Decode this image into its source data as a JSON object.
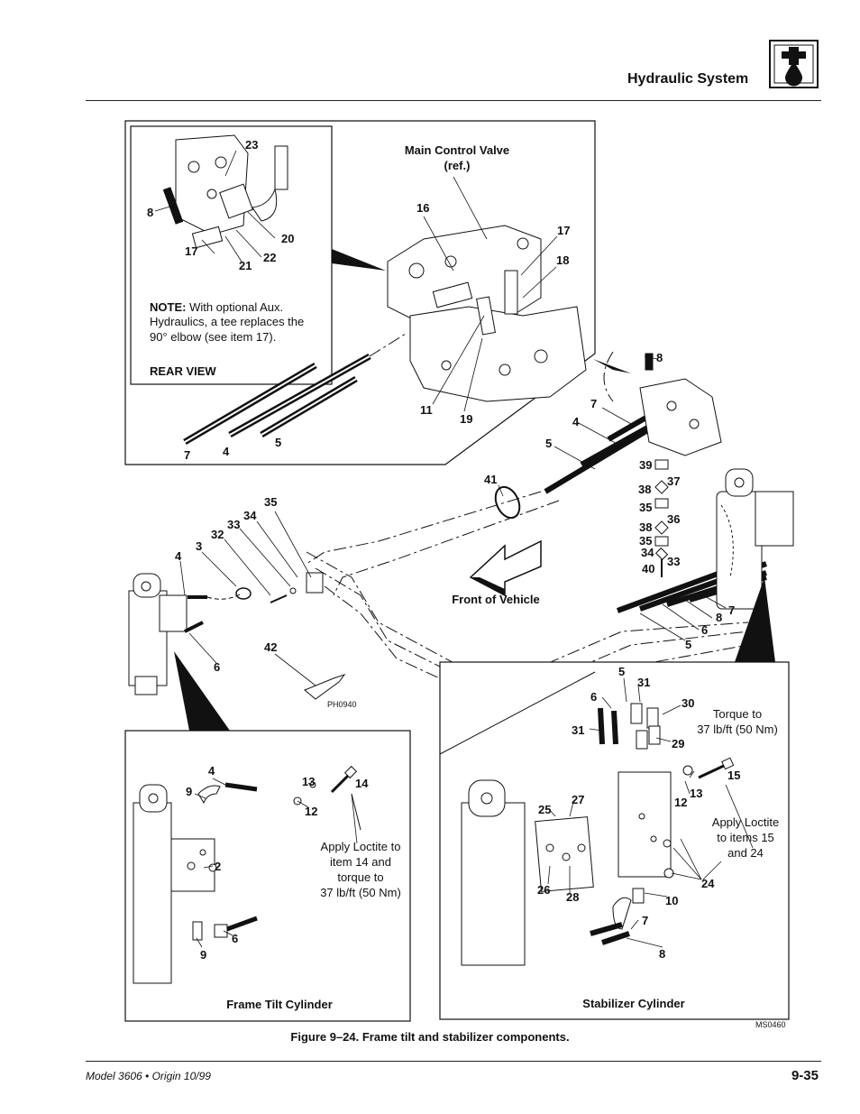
{
  "header": {
    "section_title": "Hydraulic System",
    "section_icon": "hydraulic-fluid-icon"
  },
  "diagram": {
    "main_labels": {
      "main_control_valve_1": "Main Control Valve",
      "main_control_valve_2": "(ref.)",
      "front_of_vehicle": "Front of Vehicle",
      "ph_code": "PH0940",
      "ms_code": "MS0460"
    },
    "rear_view": {
      "title": "REAR VIEW",
      "note_bold": "NOTE:",
      "note_line1": " With optional Aux.",
      "note_line2": "Hydraulics, a tee replaces the",
      "note_line3": "90° elbow (see item 17)."
    },
    "frame_tilt": {
      "title": "Frame Tilt Cylinder",
      "note1": "Apply Loctite to",
      "note2": "item 14 and",
      "note3": "torque to",
      "note4": "37 lb/ft (50 Nm)"
    },
    "stabilizer": {
      "title": "Stabilizer Cylinder",
      "torque1": "Torque to",
      "torque2": "37 lb/ft (50 Nm)",
      "loctite1": "Apply Loctite",
      "loctite2": "to items 15",
      "loctite3": "and 24"
    },
    "callouts": {
      "c23": "23",
      "c8a": "8",
      "c17a": "17",
      "c21": "21",
      "c22": "22",
      "c20": "20",
      "c16": "16",
      "c17b": "17",
      "c18": "18",
      "c11": "11",
      "c19": "19",
      "c7a": "7",
      "c4a": "4",
      "c5a": "5",
      "c8b": "8",
      "c7b": "7",
      "c4b": "4",
      "c5b": "5",
      "c41": "41",
      "c39": "39",
      "c37": "37",
      "c38a": "38",
      "c35a": "35",
      "c36": "36",
      "c38b": "38",
      "c35b": "35",
      "c34a": "34",
      "c33a": "33",
      "c40": "40",
      "c35c": "35",
      "c34b": "34",
      "c33b": "33",
      "c32": "32",
      "c3": "3",
      "c4c": "4",
      "c6a": "6",
      "c42": "42",
      "c8c": "8",
      "c7c": "7",
      "c6b": "6",
      "c5c": "5",
      "c4d": "4",
      "c9a": "9",
      "c2": "2",
      "c13a": "13",
      "c12a": "12",
      "c14": "14",
      "c9b": "9",
      "c6c": "6",
      "c5d": "5",
      "c31a": "31",
      "c6d": "6",
      "c30": "30",
      "c31b": "31",
      "c29": "29",
      "c15": "15",
      "c13b": "13",
      "c12b": "12",
      "c27": "27",
      "c25": "25",
      "c26": "26",
      "c28": "28",
      "c24": "24",
      "c10": "10",
      "c7d": "7",
      "c8d": "8"
    }
  },
  "caption": "Figure 9–24.  Frame tilt and stabilizer components.",
  "footer": {
    "left": "Model 3606 • Origin 10/99",
    "right": "9-35"
  }
}
